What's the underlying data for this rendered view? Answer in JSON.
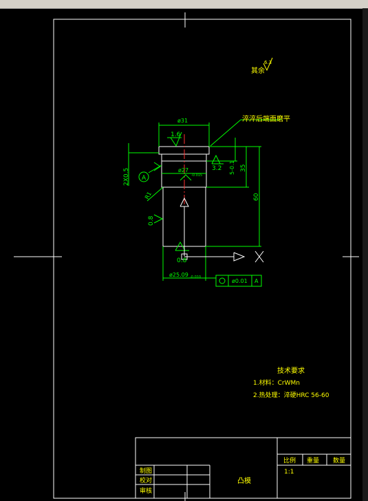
{
  "drawing": {
    "surface_note": "其余",
    "surface_note_value": "6.3",
    "note_after_quench": "淬淬后端面磨平",
    "dim_top_diameter": "ø31",
    "dim_top_roughness": "1.6",
    "dim_chamfer": "2X0.5",
    "datum_a": "A",
    "dim_inner_diameter": "ø27",
    "dim_inner_tol": "-0.015",
    "dim_inner_roughness": "3.2",
    "dim_r1": "R1",
    "dim_left_roughness": "0.8",
    "dim_height_5": "5-0.1",
    "dim_height_35": "35",
    "dim_height_60": "60",
    "dim_bottom_roughness": "0.8",
    "dim_bottom_diameter": "ø25.09",
    "dim_bottom_tol": "-0.010",
    "tolerance_value": "ø0.01",
    "tolerance_datum": "A",
    "axis_x": "X"
  },
  "tech_req": {
    "title": "技术要求",
    "line1": "1.材料：CrWMn",
    "line2": "2.热处理：淬硬HRC 56-60"
  },
  "title_block": {
    "scale_label": "比例",
    "weight_label": "重量",
    "quantity_label": "数量",
    "scale_value": "1:1",
    "drawn_label": "制图",
    "checked_label": "校对",
    "reviewed_label": "审核",
    "part_name": "凸模"
  },
  "colors": {
    "frame": "#ffffff",
    "dimension": "#00ff00",
    "note": "#ffff00",
    "centerline": "#ff0000"
  }
}
